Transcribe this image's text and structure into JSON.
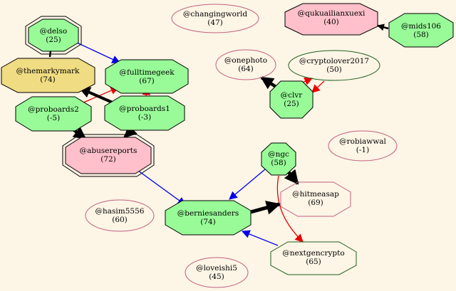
{
  "colors": {
    "background": "#fdf5e6",
    "green_fill": "#98fb98",
    "pink_fill": "#ffc0cb",
    "khaki_fill": "#f0dc82",
    "pink_stroke": "#c06080",
    "green_stroke": "#206020",
    "blue_edge": "#0000ee",
    "red_edge": "#ee0000",
    "black_edge": "#000000"
  },
  "nodes": {
    "delso": {
      "name": "@delso",
      "value": "(25)"
    },
    "changingworld": {
      "name": "@changingworld",
      "value": "(47)"
    },
    "qukuailianxuexi": {
      "name": "@qukuailianxuexi",
      "value": "(40)"
    },
    "mids106": {
      "name": "@mids106",
      "value": "(58)"
    },
    "themarkymark": {
      "name": "@themarkymark",
      "value": "(74)"
    },
    "fulltimegeek": {
      "name": "@fulltimegeek",
      "value": "(67)"
    },
    "onephoto": {
      "name": "@onephoto",
      "value": "(64)"
    },
    "cryptolover2017": {
      "name": "@cryptolover2017",
      "value": "(50)"
    },
    "proboards2": {
      "name": "@proboards2",
      "value": "(-5)"
    },
    "proboards1": {
      "name": "@proboards1",
      "value": "(-3)"
    },
    "clvr": {
      "name": "@clvr",
      "value": "(25)"
    },
    "abusereports": {
      "name": "@abusereports",
      "value": "(72)"
    },
    "robiawwal": {
      "name": "@robiawwal",
      "value": "(-1)"
    },
    "ngc": {
      "name": "@ngc",
      "value": "(58)"
    },
    "hitmeasap": {
      "name": "@hitmeasap",
      "value": "(69)"
    },
    "hasim5556": {
      "name": "@hasim5556",
      "value": "(60)"
    },
    "berniesanders": {
      "name": "@berniesanders",
      "value": "(74)"
    },
    "nextgencrypto": {
      "name": "@nextgencrypto",
      "value": "(65)"
    },
    "loveishi5": {
      "name": "@loveishi5",
      "value": "(45)"
    }
  }
}
